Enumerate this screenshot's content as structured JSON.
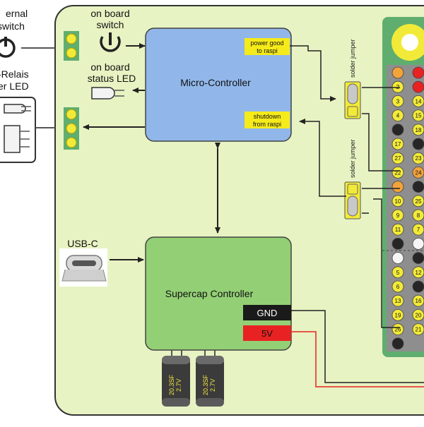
{
  "external": {
    "switch_label_l1": "ernal",
    "switch_label_l2": "switch",
    "relais_label_l1": "-Relais",
    "relais_label_l2": "er LED"
  },
  "onboard": {
    "switch_label_l1": "on board",
    "switch_label_l2": "switch",
    "led_label_l1": "on board",
    "led_label_l2": "status LED"
  },
  "microcontroller": {
    "title": "Micro-Controller",
    "power_good_l1": "power good",
    "power_good_l2": "to raspi",
    "shutdown_l1": "shutdown",
    "shutdown_l2": "from raspi"
  },
  "usb": {
    "label": "USB-C"
  },
  "supercap": {
    "title": "Supercap Controller",
    "gnd": "GND",
    "v5": "5V",
    "cap_text_l1": "20.3SF",
    "cap_text_l2": "2.7V"
  },
  "jumpers": {
    "label_top": "solder jumper",
    "label_bottom": "solder jumper"
  },
  "header_pins": {
    "left_column": [
      "",
      "2",
      "3",
      "4",
      "",
      "17",
      "27",
      "22",
      "",
      "10",
      "9",
      "11",
      "",
      "",
      "5",
      "6",
      "13",
      "19",
      "26",
      ""
    ],
    "right_column": [
      "",
      "",
      "14",
      "15",
      "18",
      "",
      "23",
      "24",
      "",
      "25",
      "8",
      "7",
      "",
      "",
      "12",
      "",
      "16",
      "20",
      "21"
    ]
  },
  "colors": {
    "board": "#e7f3c2",
    "microcontroller": "#91b7ea",
    "supercap": "#93cf75",
    "raspi_header": "#5fae6f",
    "pin_yellow": "#f2ea38",
    "pin_black": "#262626",
    "gnd_box": "#1a1a1a",
    "v5_box": "#e82222",
    "signal_label": "#f5ea1a"
  }
}
